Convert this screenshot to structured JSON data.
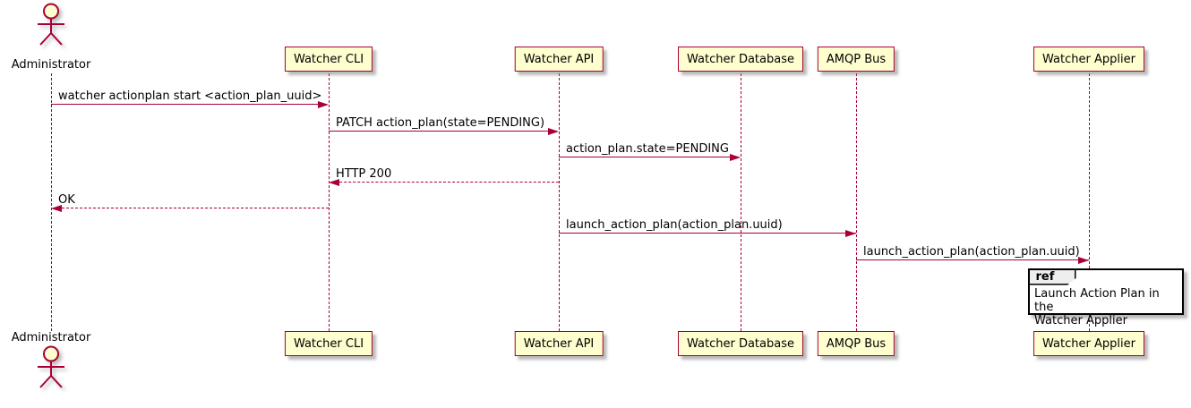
{
  "seq": {
    "actor": {
      "label": "Administrator"
    },
    "participants": [
      {
        "label": "Watcher CLI"
      },
      {
        "label": "Watcher API"
      },
      {
        "label": "Watcher Database"
      },
      {
        "label": "AMQP Bus"
      },
      {
        "label": "Watcher Applier"
      }
    ],
    "messages": [
      {
        "label": "watcher actionplan start <action_plan_uuid>",
        "from": "Administrator",
        "to": "Watcher CLI",
        "line": "solid"
      },
      {
        "label": "PATCH action_plan(state=PENDING)",
        "from": "Watcher CLI",
        "to": "Watcher API",
        "line": "solid"
      },
      {
        "label": "action_plan.state=PENDING",
        "from": "Watcher API",
        "to": "Watcher Database",
        "line": "solid"
      },
      {
        "label": "HTTP 200",
        "from": "Watcher API",
        "to": "Watcher CLI",
        "line": "dashed"
      },
      {
        "label": "OK",
        "from": "Watcher CLI",
        "to": "Administrator",
        "line": "dashed"
      },
      {
        "label": "launch_action_plan(action_plan.uuid)",
        "from": "Watcher API",
        "to": "AMQP Bus",
        "line": "solid"
      },
      {
        "label": "launch_action_plan(action_plan.uuid)",
        "from": "AMQP Bus",
        "to": "Watcher Applier",
        "line": "solid"
      }
    ],
    "ref": {
      "tag": "ref",
      "over": "Watcher Applier",
      "line1": "Launch Action Plan in the",
      "line2": "Watcher Applier"
    },
    "colors": {
      "participant_fill": "#FEFECE",
      "stroke": "#A80036",
      "text": "#000000",
      "ref_border": "#000000",
      "ref_tag_fill": "#EEEEEE",
      "background": "#FFFFFF"
    }
  }
}
